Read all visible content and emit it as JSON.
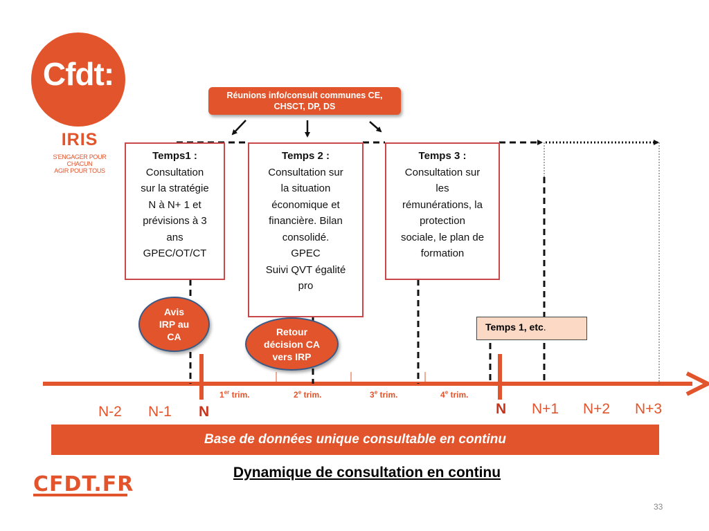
{
  "logo": {
    "text": "Cfdt:",
    "name": "IRIS",
    "tagline": "S'ENGAGER POUR CHACUN\nAGIR POUR TOUS",
    "brand_color": "#e2542b"
  },
  "footer_logo": "CFDT.FR",
  "callout": "Réunions info/consult  communes CE, CHSCT, DP, DS",
  "boxes": [
    {
      "title": "Temps1 :",
      "body": "Consultation\nsur la stratégie\nN à N+ 1 et\nprévisions à 3\nans\nGPEC/OT/CT"
    },
    {
      "title": "Temps 2 :",
      "body": "Consultation sur\nla situation\néconomique et\nfinancière. Bilan\nconsolidé.\nGPEC\nSuivi QVT égalité\npro"
    },
    {
      "title": "Temps 3 :",
      "body": "Consultation sur\nles\nrémunérations, la\nprotection\nsociale, le plan de\nformation"
    }
  ],
  "ovals": [
    {
      "text": "Avis\nIRP au\nCA"
    },
    {
      "text": "Retour\ndécision CA\nvers IRP"
    }
  ],
  "temps_etc": {
    "bold": "Temps 1, etc",
    "suffix": "."
  },
  "trimesters": [
    {
      "num": "1",
      "sup": "er",
      "label": " trim."
    },
    {
      "num": "2",
      "sup": "e",
      "label": " trim."
    },
    {
      "num": "3",
      "sup": "e",
      "label": " trim."
    },
    {
      "num": "4",
      "sup": "e",
      "label": " trim."
    }
  ],
  "years": [
    "N-2",
    "N-1",
    "N",
    "N",
    "N+1",
    "N+2",
    "N+3"
  ],
  "band": "Base de données unique consultable en continu",
  "title": "Dynamique de consultation en continu",
  "page_number": "33"
}
